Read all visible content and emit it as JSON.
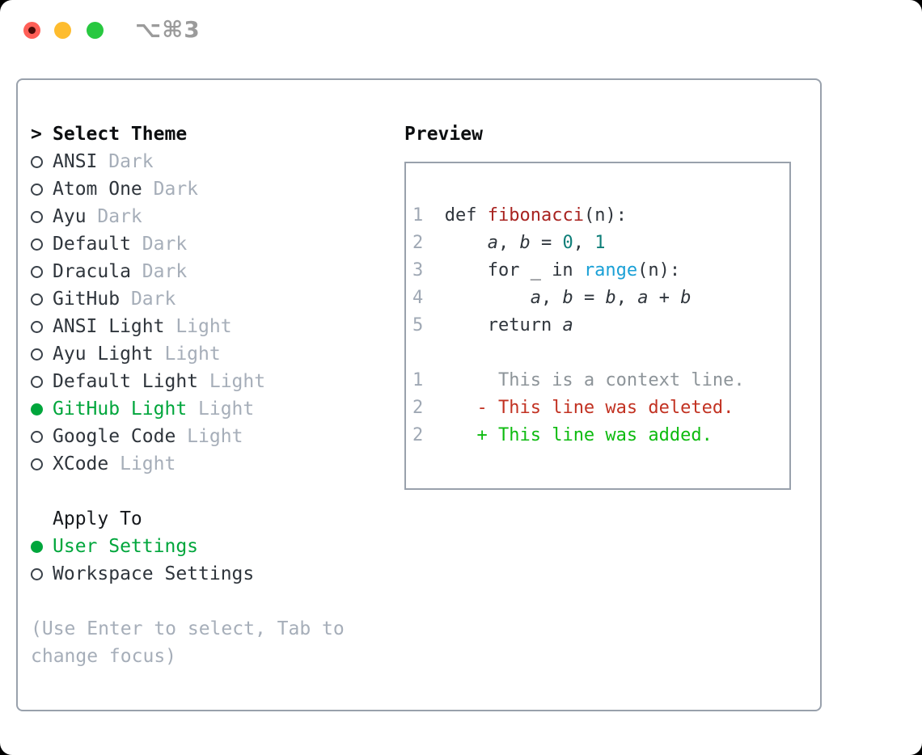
{
  "window": {
    "title": "⌥⌘3"
  },
  "titlebar": {
    "buttons": [
      {
        "name": "close",
        "color": "#ff5f57"
      },
      {
        "name": "minimize",
        "color": "#febc2e"
      },
      {
        "name": "zoom",
        "color": "#28c840"
      }
    ]
  },
  "colors": {
    "accent_green": "#00a63c",
    "added": "#0ebb10",
    "deleted": "#c23222",
    "func": "#a82320",
    "number_literal": "#0e7e78",
    "builtin": "#1aa0d6",
    "code": "#2f353c",
    "context": "#8d9499",
    "line_number": "#9fa8b4",
    "muted": "#a6aeb9",
    "item_text": "#2f353c"
  },
  "theme_panel": {
    "header_prefix": ">",
    "header_label": "Select Theme",
    "themes": [
      {
        "name": "ANSI",
        "tag": "Dark",
        "selected": false
      },
      {
        "name": "Atom One",
        "tag": "Dark",
        "selected": false
      },
      {
        "name": "Ayu",
        "tag": "Dark",
        "selected": false
      },
      {
        "name": "Default",
        "tag": "Dark",
        "selected": false
      },
      {
        "name": "Dracula",
        "tag": "Dark",
        "selected": false
      },
      {
        "name": "GitHub",
        "tag": "Dark",
        "selected": false
      },
      {
        "name": "ANSI Light",
        "tag": "Light",
        "selected": false
      },
      {
        "name": "Ayu Light",
        "tag": "Light",
        "selected": false
      },
      {
        "name": "Default Light",
        "tag": "Light",
        "selected": false
      },
      {
        "name": "GitHub Light",
        "tag": "Light",
        "selected": true
      },
      {
        "name": "Google Code",
        "tag": "Light",
        "selected": false
      },
      {
        "name": "XCode",
        "tag": "Light",
        "selected": false
      }
    ],
    "apply_to_label": "Apply To",
    "apply_options": [
      {
        "name": "User Settings",
        "selected": true
      },
      {
        "name": "Workspace Settings",
        "selected": false
      }
    ],
    "hint": "(Use Enter to select, Tab to change focus)"
  },
  "preview": {
    "label": "Preview",
    "python_lines": [
      {
        "num": "1",
        "segments": [
          {
            "t": "  def ",
            "c": "code"
          },
          {
            "t": "fibonacci",
            "c": "func"
          },
          {
            "t": "(n):",
            "c": "code"
          }
        ]
      },
      {
        "num": "2",
        "segments": [
          {
            "t": "      ",
            "c": "code"
          },
          {
            "t": "a",
            "c": "code",
            "i": true
          },
          {
            "t": ", ",
            "c": "code"
          },
          {
            "t": "b",
            "c": "code",
            "i": true
          },
          {
            "t": " = ",
            "c": "code"
          },
          {
            "t": "0",
            "c": "number_literal"
          },
          {
            "t": ", ",
            "c": "code"
          },
          {
            "t": "1",
            "c": "number_literal"
          }
        ]
      },
      {
        "num": "3",
        "segments": [
          {
            "t": "      for _ in ",
            "c": "code"
          },
          {
            "t": "range",
            "c": "builtin"
          },
          {
            "t": "(n):",
            "c": "code"
          }
        ]
      },
      {
        "num": "4",
        "segments": [
          {
            "t": "          ",
            "c": "code"
          },
          {
            "t": "a",
            "c": "code",
            "i": true
          },
          {
            "t": ", ",
            "c": "code"
          },
          {
            "t": "b",
            "c": "code",
            "i": true
          },
          {
            "t": " = ",
            "c": "code"
          },
          {
            "t": "b",
            "c": "code",
            "i": true
          },
          {
            "t": ", ",
            "c": "code"
          },
          {
            "t": "a",
            "c": "code",
            "i": true
          },
          {
            "t": " + ",
            "c": "code"
          },
          {
            "t": "b",
            "c": "code",
            "i": true
          }
        ]
      },
      {
        "num": "5",
        "segments": [
          {
            "t": "      return ",
            "c": "code"
          },
          {
            "t": "a",
            "c": "code",
            "i": true
          }
        ]
      }
    ],
    "diff_lines": [
      {
        "num": "1",
        "segments": [
          {
            "t": "       This is a context line.",
            "c": "context"
          }
        ]
      },
      {
        "num": "2",
        "segments": [
          {
            "t": "     ",
            "c": "context"
          },
          {
            "t": "- This line was deleted.",
            "c": "deleted"
          }
        ]
      },
      {
        "num": "2",
        "segments": [
          {
            "t": "     ",
            "c": "context"
          },
          {
            "t": "+ This line was added.",
            "c": "added"
          }
        ]
      }
    ]
  }
}
